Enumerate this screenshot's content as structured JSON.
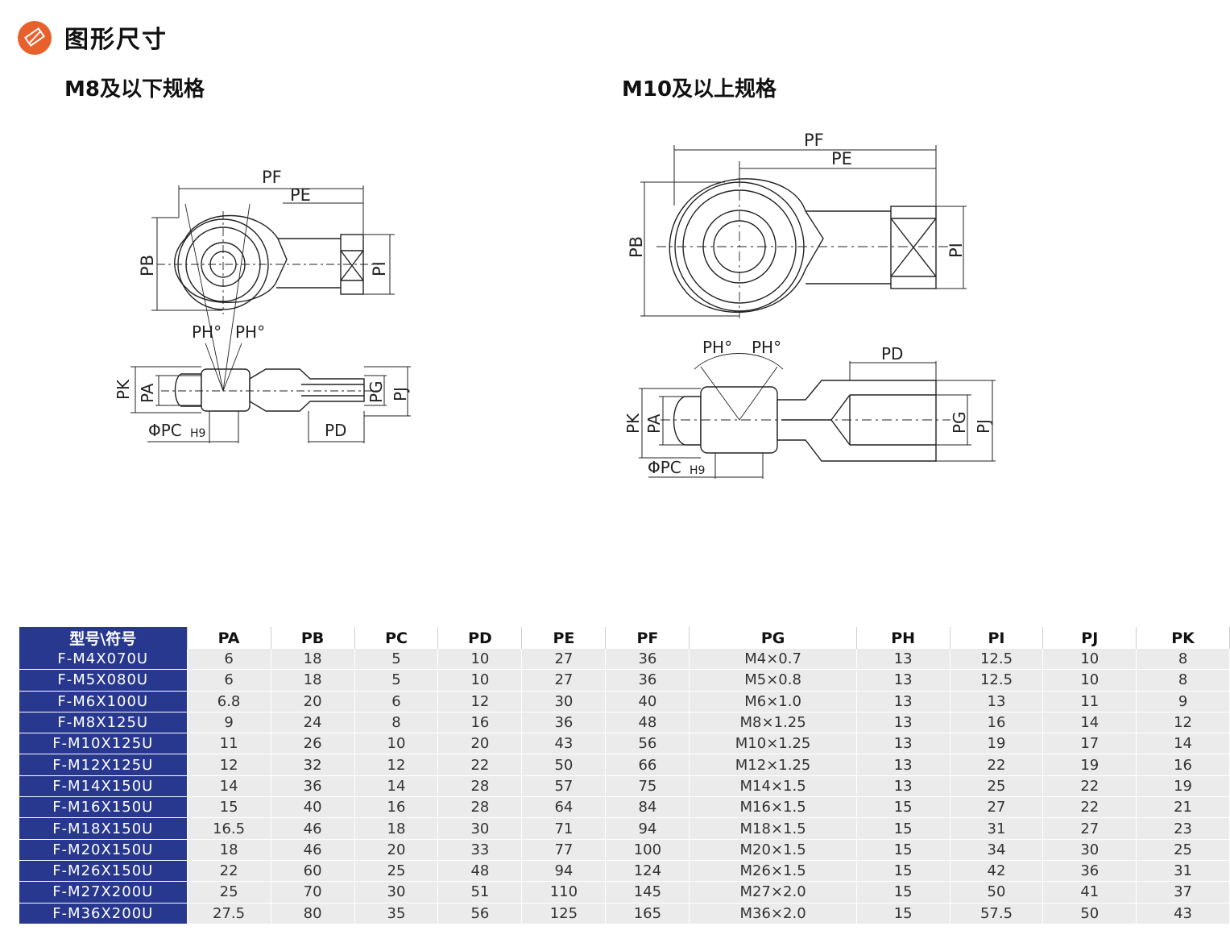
{
  "header": {
    "title": "图形尺寸",
    "icon": "ruler-pencil-icon",
    "accent": "#e8602c"
  },
  "sections": {
    "left": {
      "title": "M8及以下规格"
    },
    "right": {
      "title": "M10及以上规格"
    }
  },
  "dims": {
    "pf": "PF",
    "pe": "PE",
    "pb": "PB",
    "pi": "PI",
    "ph": "PH°",
    "pk": "PK",
    "pa": "PA",
    "pg": "PG",
    "pj": "PJ",
    "pd": "PD",
    "pc": "ΦPC",
    "h9": "H9"
  },
  "table": {
    "header_color": "#27388e",
    "columns": [
      "型号\\符号",
      "PA",
      "PB",
      "PC",
      "PD",
      "PE",
      "PF",
      "PG",
      "PH",
      "PI",
      "PJ",
      "PK"
    ],
    "rows": [
      [
        "F-M4X070U",
        "6",
        "18",
        "5",
        "10",
        "27",
        "36",
        "M4×0.7",
        "13",
        "12.5",
        "10",
        "8"
      ],
      [
        "F-M5X080U",
        "6",
        "18",
        "5",
        "10",
        "27",
        "36",
        "M5×0.8",
        "13",
        "12.5",
        "10",
        "8"
      ],
      [
        "F-M6X100U",
        "6.8",
        "20",
        "6",
        "12",
        "30",
        "40",
        "M6×1.0",
        "13",
        "13",
        "11",
        "9"
      ],
      [
        "F-M8X125U",
        "9",
        "24",
        "8",
        "16",
        "36",
        "48",
        "M8×1.25",
        "13",
        "16",
        "14",
        "12"
      ],
      [
        "F-M10X125U",
        "11",
        "26",
        "10",
        "20",
        "43",
        "56",
        "M10×1.25",
        "13",
        "19",
        "17",
        "14"
      ],
      [
        "F-M12X125U",
        "12",
        "32",
        "12",
        "22",
        "50",
        "66",
        "M12×1.25",
        "13",
        "22",
        "19",
        "16"
      ],
      [
        "F-M14X150U",
        "14",
        "36",
        "14",
        "28",
        "57",
        "75",
        "M14×1.5",
        "13",
        "25",
        "22",
        "19"
      ],
      [
        "F-M16X150U",
        "15",
        "40",
        "16",
        "28",
        "64",
        "84",
        "M16×1.5",
        "15",
        "27",
        "22",
        "21"
      ],
      [
        "F-M18X150U",
        "16.5",
        "46",
        "18",
        "30",
        "71",
        "94",
        "M18×1.5",
        "15",
        "31",
        "27",
        "23"
      ],
      [
        "F-M20X150U",
        "18",
        "46",
        "20",
        "33",
        "77",
        "100",
        "M20×1.5",
        "15",
        "34",
        "30",
        "25"
      ],
      [
        "F-M26X150U",
        "22",
        "60",
        "25",
        "48",
        "94",
        "124",
        "M26×1.5",
        "15",
        "42",
        "36",
        "31"
      ],
      [
        "F-M27X200U",
        "25",
        "70",
        "30",
        "51",
        "110",
        "145",
        "M27×2.0",
        "15",
        "50",
        "41",
        "37"
      ],
      [
        "F-M36X200U",
        "27.5",
        "80",
        "35",
        "56",
        "125",
        "165",
        "M36×2.0",
        "15",
        "57.5",
        "50",
        "43"
      ]
    ]
  }
}
